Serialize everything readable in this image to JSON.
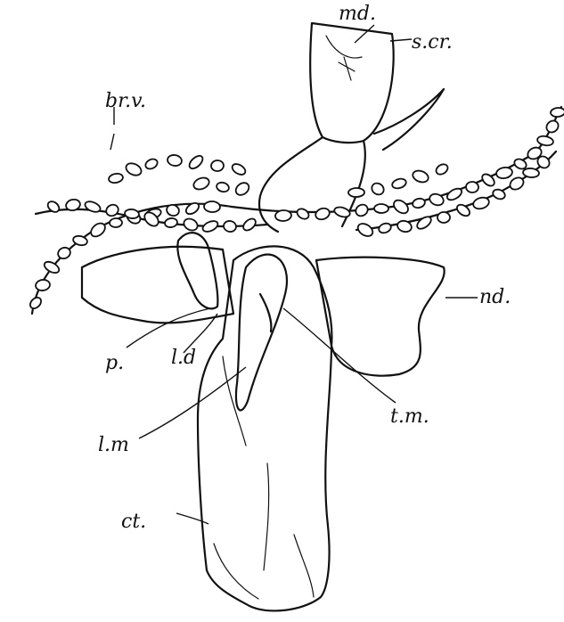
{
  "figure": {
    "labels": {
      "md": "md.",
      "scr": "s.cr.",
      "brv": "br.v.",
      "nd": "nd.",
      "p": "p.",
      "ld": "l.d",
      "tm": "t.m.",
      "lm": "l.m",
      "ct": "ct."
    }
  }
}
